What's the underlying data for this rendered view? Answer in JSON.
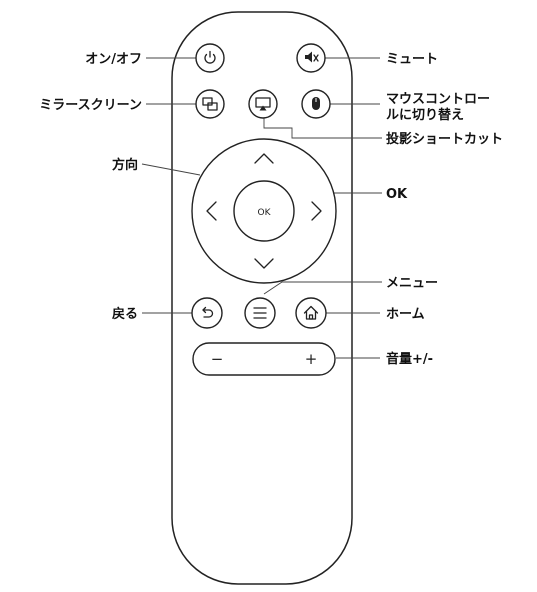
{
  "labels": {
    "power": "オン/オフ",
    "mute": "ミュート",
    "mirror": "ミラースクリーン",
    "mouse_line1": "マウスコントロー",
    "mouse_line2": "ルに切り替え",
    "cast": "投影ショートカット",
    "direction": "方向",
    "ok": "OK",
    "menu": "メニュー",
    "back": "戻る",
    "home": "ホーム",
    "volume": "音量+/-"
  },
  "buttons": {
    "ok_text": "OK",
    "vol_minus": "−",
    "vol_plus": "+"
  },
  "icons": [
    "power-icon",
    "mute-icon",
    "mirror-screen-icon",
    "cast-icon",
    "mouse-icon",
    "back-icon",
    "menu-icon",
    "home-icon"
  ],
  "colors": {
    "outline": "#222222",
    "text": "#111111",
    "background": "#ffffff"
  }
}
